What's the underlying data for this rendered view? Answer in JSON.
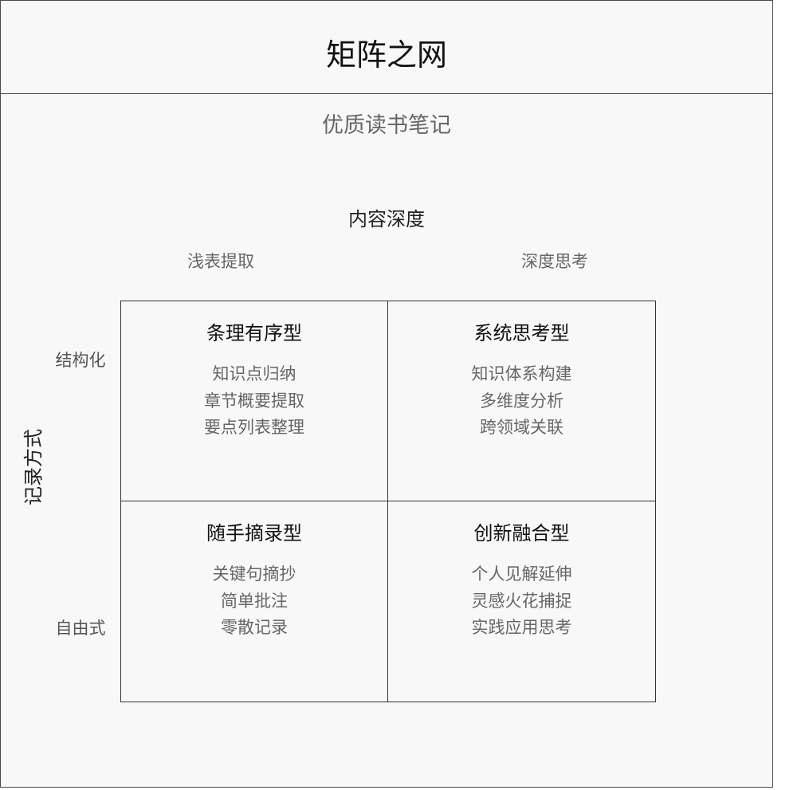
{
  "title": "矩阵之网",
  "subtitle": "优质读书笔记",
  "x_axis": {
    "title": "内容深度",
    "left_label": "浅表提取",
    "right_label": "深度思考"
  },
  "y_axis": {
    "title": "记录方式",
    "top_label": "结构化",
    "bottom_label": "自由式"
  },
  "quadrants": [
    {
      "title": "条理有序型",
      "items": [
        "知识点归纳",
        "章节概要提取",
        "要点列表整理"
      ]
    },
    {
      "title": "系统思考型",
      "items": [
        "知识体系构建",
        "多维度分析",
        "跨领域关联"
      ]
    },
    {
      "title": "随手摘录型",
      "items": [
        "关键句摘抄",
        "简单批注",
        "零散记录"
      ]
    },
    {
      "title": "创新融合型",
      "items": [
        "个人见解延伸",
        "灵感火花捕捉",
        "实践应用思考"
      ]
    }
  ]
}
